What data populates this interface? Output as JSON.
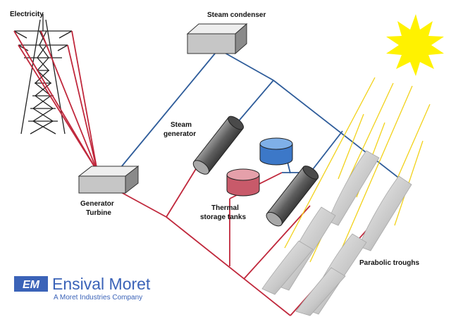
{
  "labels": {
    "electricity": "Electricity",
    "steam_condenser": "Steam condenser",
    "steam_generator_line1": "Steam",
    "steam_generator_line2": "generator",
    "generator_turbine_line1": "Generator",
    "generator_turbine_line2": "Turbine",
    "thermal_storage_line1": "Thermal",
    "thermal_storage_line2": "storage tanks",
    "parabolic_troughs": "Parabolic troughs"
  },
  "logo": {
    "name": "Ensival Moret",
    "tagline": "A Moret Industries Company",
    "mark_text": "EM"
  },
  "colors": {
    "hot_line": "#c0283c",
    "cold_line": "#2e5c9a",
    "sun": "#fff200",
    "sun_ray": "#f2d21a",
    "logo_blue": "#3b63b8",
    "hot_tank": "#c85a6a",
    "cold_tank": "#3c78c8",
    "box_gray": "#c6c6c6",
    "cylinder_gray": "#6e6e6e"
  }
}
